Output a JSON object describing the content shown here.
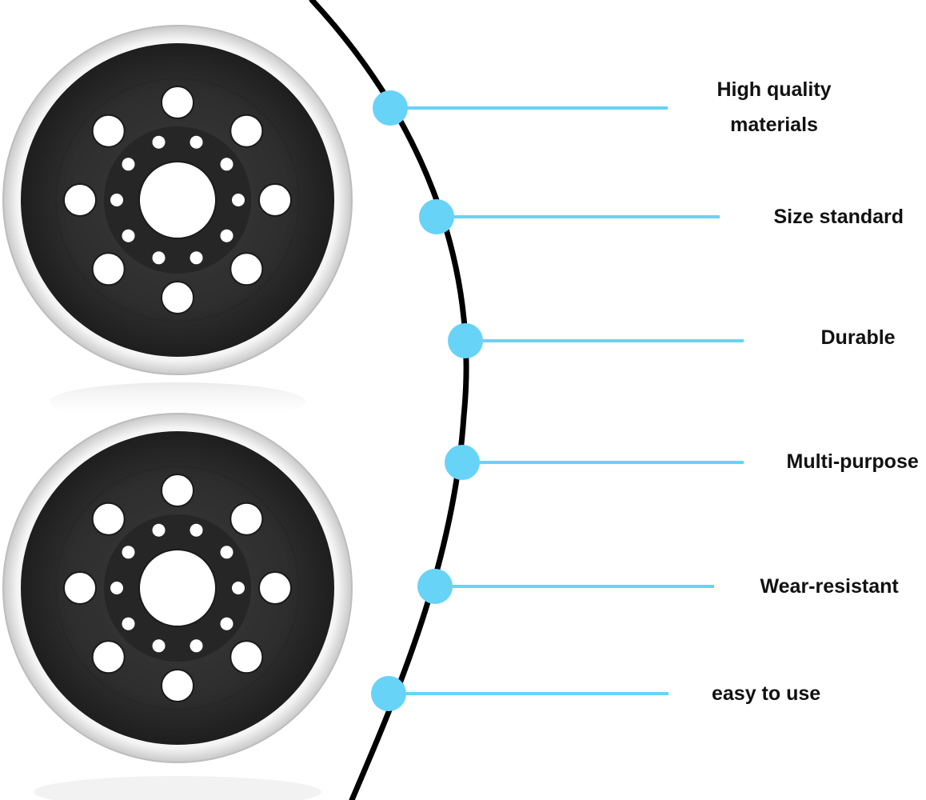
{
  "features": [
    {
      "lines": [
        "High quality",
        "materials"
      ]
    },
    {
      "lines": [
        "Size standard"
      ]
    },
    {
      "lines": [
        "Durable"
      ]
    },
    {
      "lines": [
        "Multi-purpose"
      ]
    },
    {
      "lines": [
        "Wear-resistant"
      ]
    },
    {
      "lines": [
        "easy to use"
      ]
    }
  ],
  "colors": {
    "accent": "#66d3f7",
    "arc": "#000000",
    "pad_face": "#2b2b2b",
    "pad_rim": "#f2f2f2",
    "text": "#111111"
  },
  "icons": {
    "pad": "sanding-pad-icon",
    "marker": "dot-marker-icon"
  }
}
